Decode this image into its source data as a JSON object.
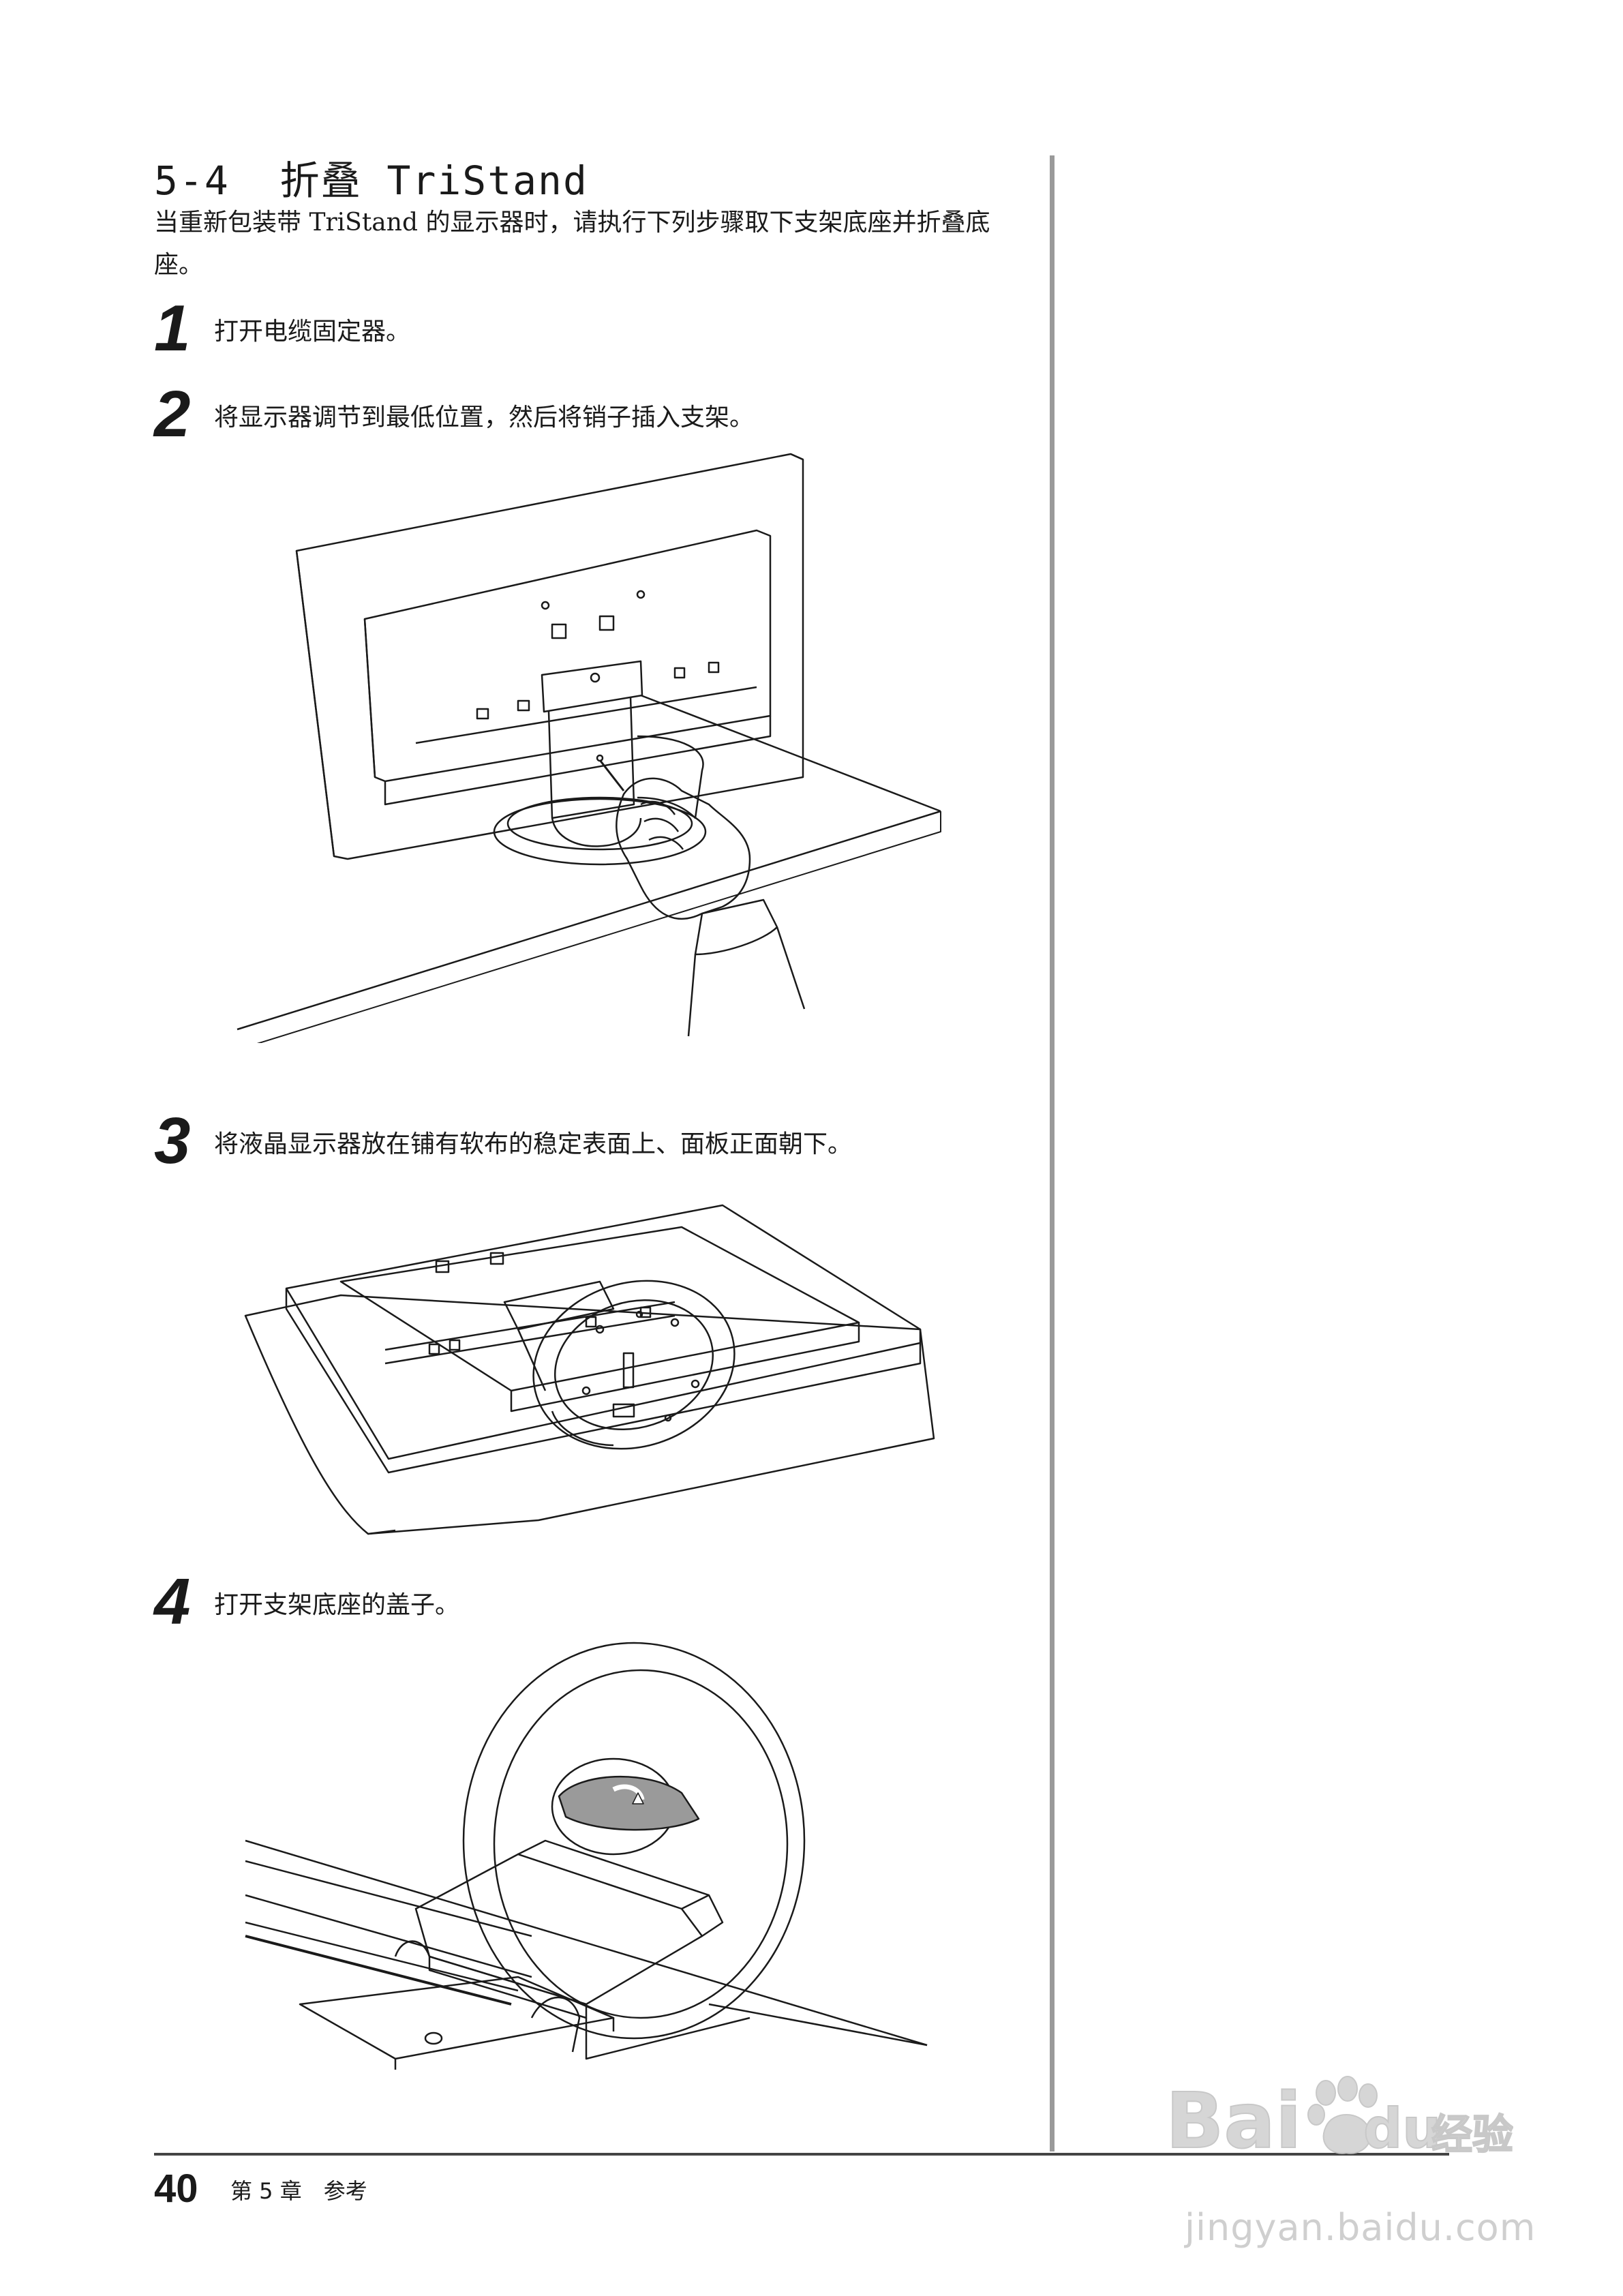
{
  "section": {
    "number": "5-4",
    "title": "折叠 TriStand",
    "intro": "当重新包装带 TriStand 的显示器时，请执行下列步骤取下支架底座并折叠底座。"
  },
  "steps": [
    {
      "number": "1",
      "text": "打开电缆固定器。"
    },
    {
      "number": "2",
      "text": "将显示器调节到最低位置，然后将销子插入支架。"
    },
    {
      "number": "3",
      "text": "将液晶显示器放在铺有软布的稳定表面上、面板正面朝下。"
    },
    {
      "number": "4",
      "text": "打开支架底座的盖子。"
    }
  ],
  "footer": {
    "page_number": "40",
    "chapter_label": "第 5 章　参考"
  },
  "watermark": {
    "logo_text": "Bai du 经验",
    "url": "jingyan.baidu.com"
  }
}
